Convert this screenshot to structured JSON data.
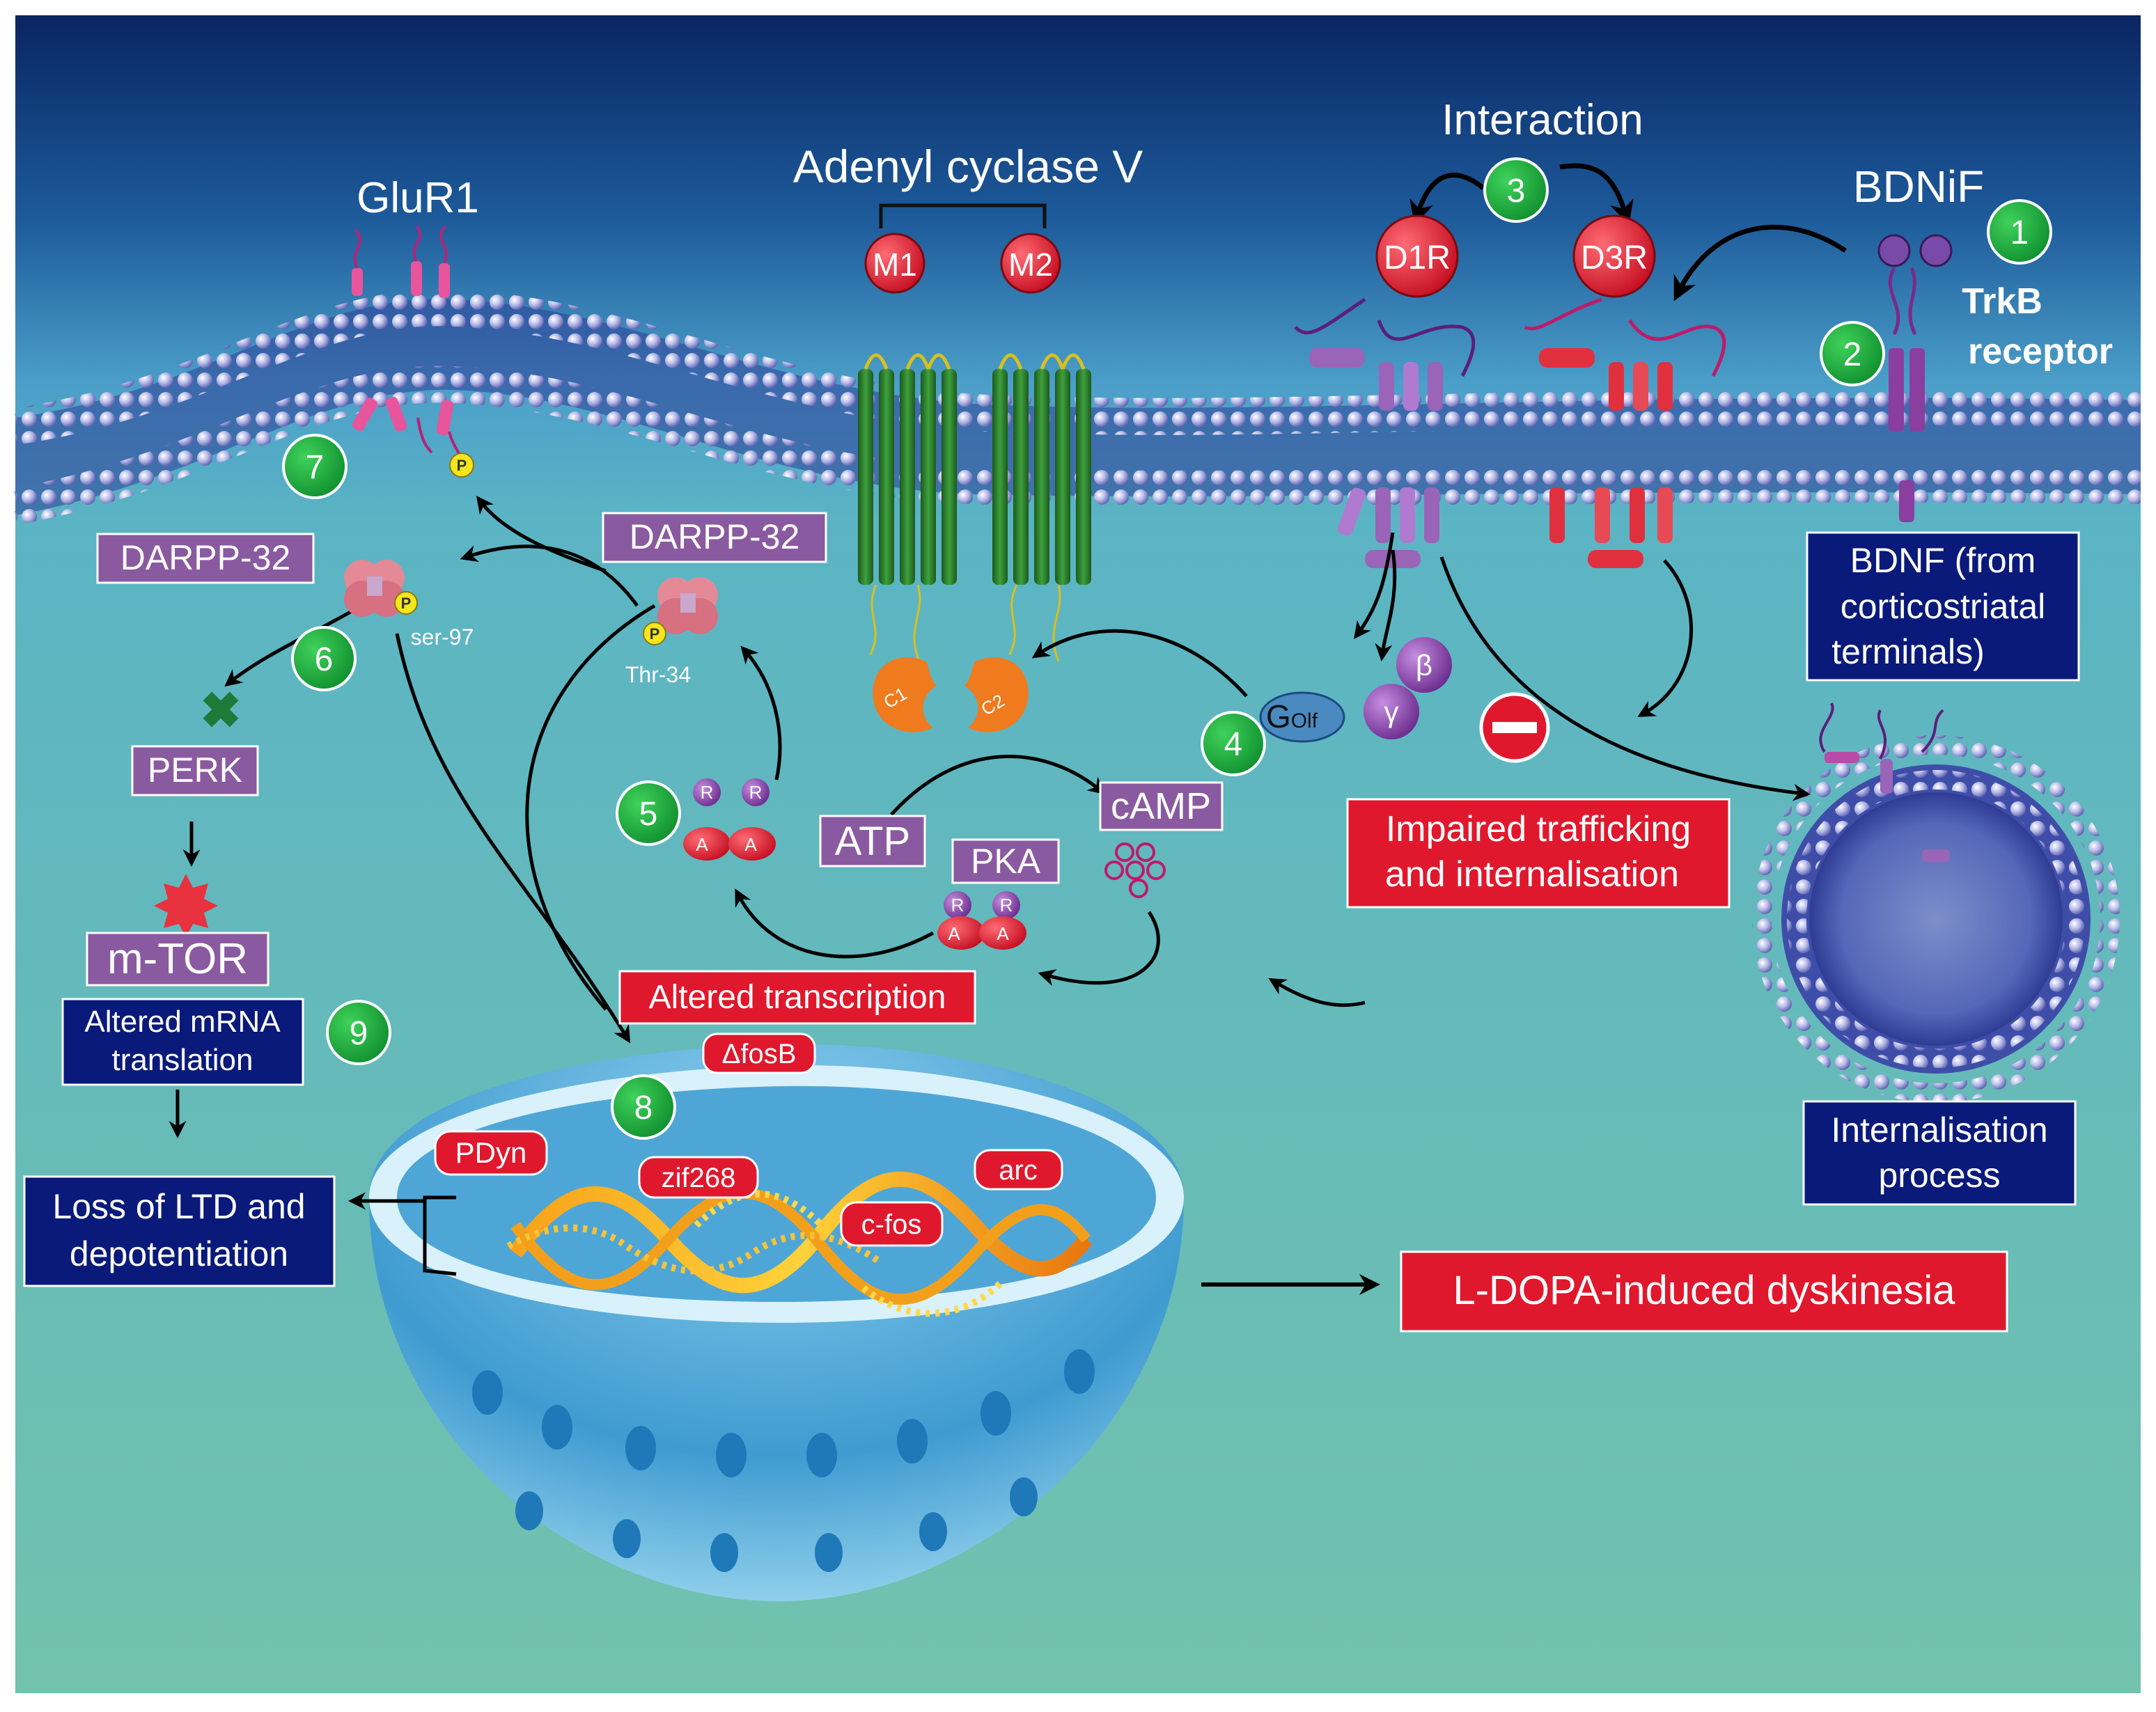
{
  "labels": {
    "glur1": "GluR1",
    "adenyl_cyclase": "Adenyl cyclase V",
    "m1": "M1",
    "m2": "M2",
    "interaction": "Interaction",
    "d1r": "D1R",
    "d3r": "D3R",
    "bdnif": "BDNiF",
    "trkb_line1": "TrkB",
    "trkb_line2": "receptor",
    "darpp_left": "DARPP-32",
    "darpp_mid": "DARPP-32",
    "ser97": "ser-97",
    "thr34": "Thr-34",
    "phospho": "P",
    "perk": "PERK",
    "mtor": "m-TOR",
    "atp": "ATP",
    "pka": "PKA",
    "camp": "cAMP",
    "golf_g": "G",
    "golf_sub": "Olf",
    "beta": "β",
    "gamma": "γ",
    "c1": "C1",
    "c2": "C2",
    "r": "R",
    "a": "A",
    "bdnf_box": [
      "BDNF (from",
      "corticostriatal",
      "terminals)"
    ],
    "impaired": [
      "Impaired trafficking",
      "and internalisation"
    ],
    "internalisation": [
      "Internalisation",
      "process"
    ],
    "altered_mrna": [
      "Altered mRNA",
      "translation"
    ],
    "loss_ltd": [
      "Loss of LTD and",
      "depotentiation"
    ],
    "altered_transcription": "Altered transcription",
    "dfosb": "ΔfosB",
    "pdyn": "PDyn",
    "zif268": "zif268",
    "cfos": "c-fos",
    "arc": "arc",
    "ldopa": "L-DOPA-induced dyskinesia"
  },
  "steps": [
    "1",
    "2",
    "3",
    "4",
    "5",
    "6",
    "7",
    "8",
    "9"
  ],
  "colors": {
    "sky_top": "#0b2a66",
    "sky_mid": "#3c8fc4",
    "cytoplasm": "#6fc0b0",
    "red_label": "#e0182d",
    "purple_box": "#8a5aa0",
    "navy_box": "#0a1a7a",
    "green_step": "#1aa83a",
    "membrane_bead": "#b9bde6",
    "helix": "#2c7a2c",
    "orange": "#f07a1e"
  }
}
